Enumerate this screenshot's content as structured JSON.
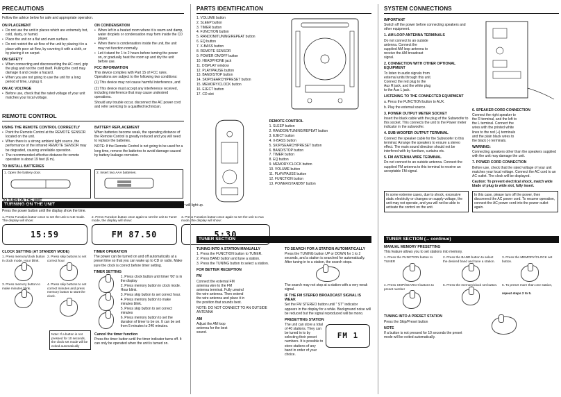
{
  "precautions": {
    "title": "PRECAUTIONS",
    "intro": "Follow the advice below for safe and appropriate operation.",
    "placement_h": "ON PLACEMENT",
    "placement": [
      "Do not use the unit in places which are extremely hot, cold, dusty, or humid.",
      "Place the unit on a flat and even surface.",
      "Do not restrict the air flow of the unit by placing it in a place with poor air flow, by covering it with a cloth, or by placing it on carpet."
    ],
    "safety_h": "ON SAFETY",
    "safety": [
      "When connecting and disconnecting the AC cord, grip the plug and not the cord itself. Pulling the cord may damage it and create a hazard.",
      "When you are not going to use the unit for a long period of time, unplug it."
    ],
    "voltage_h": "ON AC VOLTAGE",
    "voltage": [
      "Before use, check that the rated voltage of your unit matches your local voltage."
    ],
    "condensation_h": "ON CONDENSATION",
    "condensation": [
      "When left in a heated room where it is warm and damp, water droplets or condensation may form inside the CD player.",
      "When there is condensation inside the unit, the unit may not function normally.",
      "Let it stand for 1 to 2 hours before turning the power on, or gradually heat the room up and dry the unit before use."
    ],
    "fcc_h": "FCC INFORMATION",
    "fcc": "This device complies with Part 15 of FCC rules. Operations are subject to the following two conditions:",
    "fcc1": "(1) This device may not cause harmful interference, and",
    "fcc2": "(2) This device must accept any interference received, including interference that may cause undesired operations.",
    "fcc3": "Should any trouble occur, disconnect the AC power cord and refer servicing to a qualified technician."
  },
  "remote": {
    "title": "REMOTE CONTROL",
    "using_h": "USING THE REMOTE CONTROL CORRECTLY",
    "using": [
      "Point the Remote Control at the REMOTE SENSOR located on the unit.",
      "When there is a strong ambient light source, the performance of the infrared REMOTE SENSOR may be degraded, causing unreliable operation.",
      "The recommended effective distance for remote operation is about 19 feet (6 m)."
    ],
    "battery_h": "BATTERY REPLACEMENT",
    "battery": "When batteries become weak, the operating distance of the Remote Control is greatly reduced and you will need to replace the batteries.",
    "battery_note": "NOTE: If the Remote Control is not going to be used for a long time, remove the batteries to avoid damage caused by battery leakage corrosion.",
    "install_h": "TO INSTALL BATTERIES",
    "install1": "1. Open the battery door.",
    "install2": "2. Insert two AAA batteries."
  },
  "turning": {
    "title": "TURNING ON THE UNIT",
    "h": "TO TURN ON THE UNIT",
    "p1": "Press the power on button, the display will light up. Select the desired function and the corresponding function indicator will light up.",
    "p2": "Press the power button until the display show the time.",
    "s1": "1. Press Function button once to set the unit to CD mode. The display will show:",
    "s2": "2. Press Function button once again to set the unit to Tuner mode, the display will show:",
    "s3": "3. Press Function button once again to set the unit to Aux mode, the display will show:",
    "d1": "15:59",
    "d2": "FM 87.50",
    "d3": "5:30"
  },
  "clock": {
    "h": "CLOCK SETTING (at standby mode)",
    "s1": "1. Press memory/clock button in clock mode. Hour blink.",
    "s2": "2. Press skip buttons to set correct hour",
    "s3": "3. Press memory button to make minutes blink.",
    "s4": "4. Press skip buttons to set correct minutes and press memory button to start the clock.",
    "note": "Note: If a button is not pressed for 10 seconds, the clock set mode will be exited automatically"
  },
  "timer": {
    "h": "TIMER OPERATION",
    "p": "The power can be turned on and off automatically at a preset time so that you can wake up to CD or radio. Make sure the clock is correct before timer setting.",
    "h2": "TIMER SETTING",
    "steps": [
      "1. Press clock button until timer '00' is in the display",
      "2. Press memory button in clock mode. Hour blink.",
      "3. Press skip button to set correct hour.",
      "4. Press memory button to make minutes blink.",
      "5. Press skip button to set correct minutes",
      "6. Press memory button to set the duration of timer to be on. It can be set from 5 minutes to 240 minutes."
    ],
    "cancel_h": "Cancel the timer function",
    "cancel": "Press the timer button until the timer indicator turns off. It can only be operated when the unit is turned on."
  },
  "parts": {
    "title": "PARTS IDENTIFICATION",
    "items": [
      "1. VOLUME button",
      "2. SLEEP button",
      "3. TIMER button",
      "4. FUNCTION button",
      "5. RANDOM/TUNING/REPEAT button",
      "6. EQ button",
      "7. X-BASS button",
      "8. REMOTE SENSOR",
      "9. POWER ON/OFF button",
      "10. HEADPHONE jack",
      "11. DISPLAY window",
      "12. PLAY/PAUSE button",
      "13. BAND/STOP button",
      "14. SKIP/SEARCH/PRESET button",
      "15. MEMORY/CLOCK button",
      "16. EJECT button",
      "17. CD slot"
    ],
    "remote_h": "REMOTE CONTROL",
    "remote_items": [
      "1. SLEEP button",
      "2. RANDOM/TUNING/REPEAT button",
      "3. EJECT button",
      "4. X-BASS button",
      "5. SKIP/SEARCH/PRESET button",
      "6. BAND/STOP button",
      "7. TIMER button",
      "8. EQ button",
      "9. MEMORY/CLOCK button",
      "10. VOLUME button",
      "11. PLAY/PAUSE button",
      "12. FUNCTION button",
      "13. POWER/STANDBY button"
    ]
  },
  "tuner": {
    "title": "TUNER SECTION",
    "manual_h": "TUNING INTO A STATION MANUALLY",
    "manual": [
      "1. Press the FUNCTION button to TUNER.",
      "2. Press BAND button and tune a station.",
      "3. Press the TUNING button to select a station."
    ],
    "search_h": "TO SEARCH FOR A STATION AUTOMATICALLY",
    "search": "Press the TUNING button UP or DOWN for 1 to 2 seconds, and a station is searched for automatically. After tuning in to a station, the search stops.",
    "search_note": "The search may not stop at a station with a very weak signal.",
    "better_h": "FOR BETTER RECEPTION",
    "fm_h": "FM",
    "fm": "Connect the external FM antenna wire to the FM antenna terminal. Fully unwind the wire antenna. Then extend the wire antenna and place it in the position that sounds best.",
    "fm_note": "NOTE: DO NOT CONNECT TO AN OUTSIDE ANTENNA",
    "am_h": "AM",
    "am": "Adjust the AM loop antenna for the best sound.",
    "weak_h": "IF THE FM STEREO BROADCAST SIGNAL IS WEAK",
    "weak": "Set the FM STEREO button until \" ST\" indicator appears in the display for a while. Background noise will be reduced but the signal reproduced will be mono.",
    "preset_h": "PRESETTING STATION",
    "preset": "The unit can store a total of 40 stations. They can be tuned in to by selecting their preset numbers. It is possible to store stations of any band in order of your choice.",
    "disp": "FM 1"
  },
  "system": {
    "title": "SYSTEM CONNECTIONS",
    "imp_h": "IMPORTANT",
    "imp": "Switch off the power before connecting speakers and other equipment.",
    "am_h": "1. AM LOOP ANTENNA TERMINALS",
    "am": "Do not connect to an outside antenna. Connect the supplied AM loop antenna to receive the AM broadcast signal.",
    "aux_h": "2. CONNECTION WITH OTHER OPTIONAL EQUIPMENT",
    "aux": "To listen to audio signals from external units through this unit. Connect the red plug to the Aux R jack, and the white plug to the Aux L jack.",
    "listen_h": "LISTENING TO THE CONNECTED EQUIPMENT",
    "listen": [
      "a. Press the FUNCTION button to AUX.",
      "b. Play the external source."
    ],
    "power_h": "3. POWER OUTPUT METER SOCKET",
    "power": "Insert the black cable with the plug of the Subwoofer to this socket. This connects the unit to the Power meter indicator in the subwoofer.",
    "sub_h": "4. SUB-WOOFER OUTPUT TERMINAL",
    "sub": "Connect the speaker cable for the Subwoofer to this terminal. Arrange the speakers to ensure a stereo effect. The main sound direction should not be interfered with by furniture, curtains etc.",
    "fmterm_h": "5. FM ANTENNA WIRE TERMINAL",
    "fmterm": "Do not connect to an outside antenna. Connect the supplied FM antenna to this terminal to receive an acceptable FM signal.",
    "spk_h": "6. SPEAKER CORD CONNECTION",
    "spk": "Connect the right speaker to the R terminal, and the left to the L terminal. Connect the wires with the printed white lines to the red (+) terminals and the plain black wires to the black (-) terminals.",
    "warn_h": "WARNING:",
    "warn": "Connecting speakers other than the speakers supplied with the unit may damage the unit.",
    "pc_h": "7. POWER CORD CONNECTION",
    "pc": "Before use, check that the rated voltage of your unit matches your local voltage. Connect the AC cord to an AC outlet. The clock will be displayed.",
    "caution": "Caution: To prevent electrical shock, match wide blade of plug to wide slot, fully insert.",
    "box1": "In some extreme cases, due to shock, excessive static electricity or changes on supply voltage, the unit may not operate, and you will not be able to activate the control on the unit.",
    "box2": "In this case, please turn off the power, then disconnect the AC power cord. To resume operation, connect the AC power cord into the power outlet again."
  },
  "tuner2": {
    "title": "TUNER SECTION (... continue)",
    "h": "MANUAL MEMORY PRESETTING",
    "p": "This feature allows you to set stations into memory.",
    "s1": "1. Press the FUNCTION button to TUNER",
    "s2": "2. Press the BAND button to select the desired band and tune a station.",
    "s3": "3. Press the MEMORY/CLOCK set button.",
    "s4": "4. Press SKIP/SEARCH buttons to preset number",
    "s5": "5. Press the memory/clock set button.",
    "s6": "6. To preset more than one station,",
    "s6b": "repeat steps 2 to 5.",
    "into_h": "TUNING INTO A PRESET STATION",
    "into": "Press the Skip/Preset button",
    "note_h": "NOTE",
    "note": "If a button is not pressed for 10 seconds the preset mode will be exited automatically."
  }
}
